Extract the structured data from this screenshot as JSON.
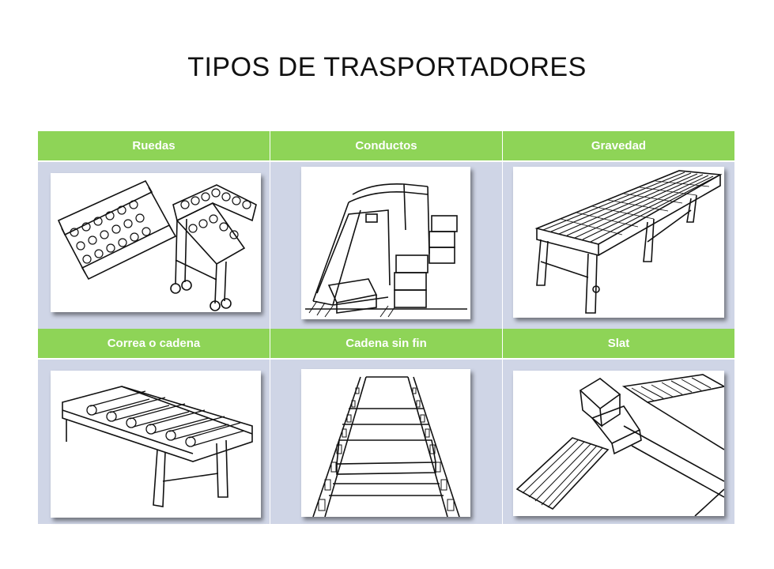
{
  "title": "TIPOS DE TRASPORTADORES",
  "table": {
    "row1_headers": [
      "Ruedas",
      "Conductos",
      "Gravedad"
    ],
    "row2_headers": [
      "Correa o cadena",
      "Cadena sin fin",
      "Slat"
    ]
  },
  "images": [
    {
      "icon": "wheel-conveyor-illustration"
    },
    {
      "icon": "chute-conveyor-illustration"
    },
    {
      "icon": "gravity-roller-conveyor-illustration"
    },
    {
      "icon": "belt-roller-conveyor-illustration"
    },
    {
      "icon": "endless-chain-conveyor-illustration"
    },
    {
      "icon": "slat-conveyor-illustration"
    }
  ],
  "colors": {
    "header_bg": "#8ed457",
    "header_text": "#ffffff",
    "cell_bg": "#cfd5e6"
  }
}
